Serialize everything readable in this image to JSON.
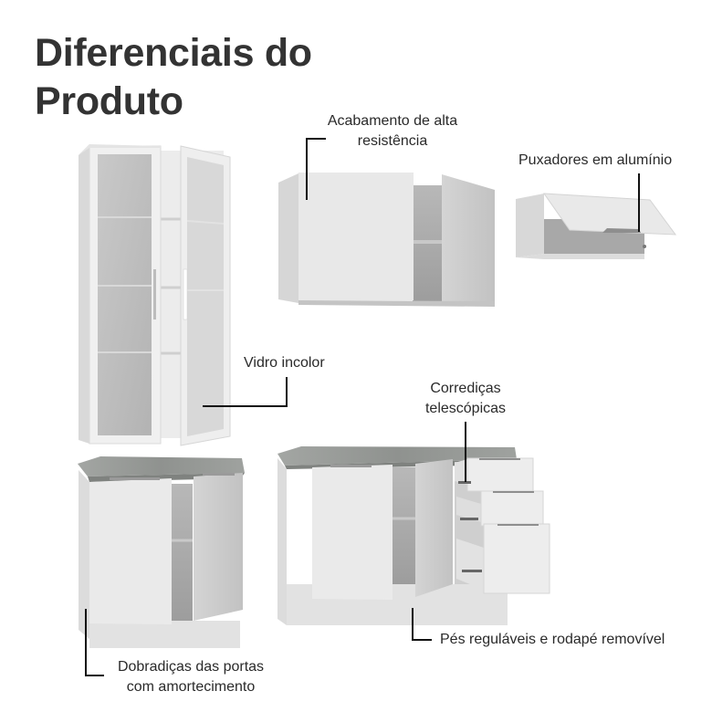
{
  "title": {
    "line1": "Diferenciais do",
    "line2": "Produto"
  },
  "callouts": {
    "finish": {
      "line1": "Acabamento de alta",
      "line2": "resistência"
    },
    "handles": {
      "text": "Puxadores em alumínio"
    },
    "glass": {
      "text": "Vidro incolor"
    },
    "slides": {
      "line1": "Corrediças",
      "line2": "telescópicas"
    },
    "feet": {
      "text": "Pés reguláveis e rodapé removível"
    },
    "hinges": {
      "line1": "Dobradiças das portas",
      "line2": "com amortecimento"
    }
  },
  "illustrations": [
    {
      "name": "glass-door-cabinet",
      "description": "Tall wall cabinet with two glass doors, one open"
    },
    {
      "name": "wall-cabinet-two-doors",
      "description": "Upper wall cabinet with two doors, right open"
    },
    {
      "name": "flip-up-cabinet",
      "description": "Upper flip-up door cabinet with aluminium handle"
    },
    {
      "name": "base-cabinet-two-doors",
      "description": "Base cabinet with grey countertop, two doors open"
    },
    {
      "name": "base-cabinet-drawers",
      "description": "Base cabinet with countertop, two doors and three open drawers"
    }
  ],
  "colors": {
    "background": "#ffffff",
    "title": "#333333",
    "text": "#2a2a2a",
    "leader_line": "#111111",
    "cabinet_white": "#e6e6e6",
    "cabinet_shade": "#cfcfcf",
    "cabinet_inside": "#a9a9a9",
    "countertop": "#9a9d9a"
  }
}
